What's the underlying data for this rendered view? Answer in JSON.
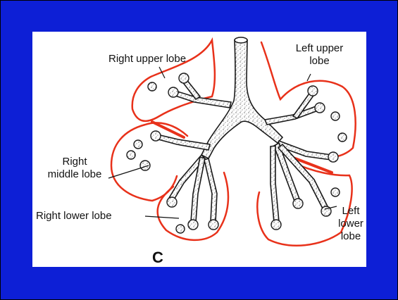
{
  "figure": {
    "panel_letter": "C",
    "colors": {
      "frame": "#0d1fd6",
      "background": "#ffffff",
      "lobe_outline": "#e8311a",
      "airway": "#1a1a1a"
    },
    "labels": {
      "right_upper_lobe": "Right upper lobe",
      "right_middle_lobe": "Right\nmiddle lobe",
      "right_lower_lobe": "Right lower lobe",
      "left_upper_lobe": "Left upper\nlobe",
      "left_lower_lobe": "Left\nlower\nlobe"
    }
  }
}
